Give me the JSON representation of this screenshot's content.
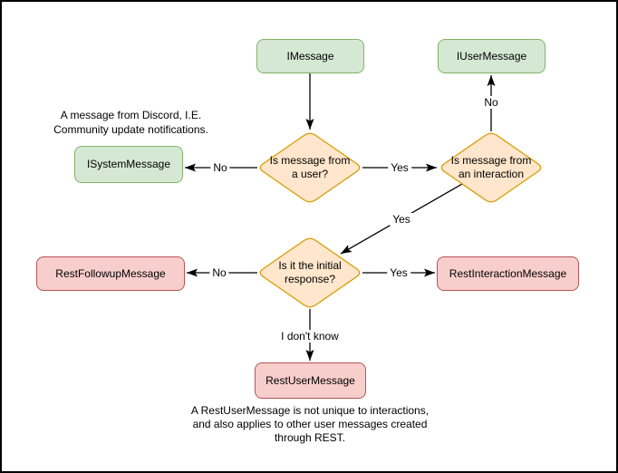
{
  "diagram": {
    "nodes": {
      "imessage": {
        "label": "IMessage"
      },
      "iusermessage": {
        "label": "IUserMessage"
      },
      "isystemmessage": {
        "label": "ISystemMessage"
      },
      "restfollowup": {
        "label": "RestFollowupMessage"
      },
      "restinteraction": {
        "label": "RestInteractionMessage"
      },
      "restuser": {
        "label": "RestUserMessage"
      }
    },
    "decisions": {
      "from_user": {
        "lines": [
          "Is message from",
          "a user?"
        ]
      },
      "from_interaction": {
        "lines": [
          "Is message from",
          "an interaction"
        ]
      },
      "initial_response": {
        "lines": [
          "Is it the initial",
          "response?"
        ]
      }
    },
    "edge_labels": {
      "user_no": "No",
      "user_yes": "Yes",
      "interaction_no": "No",
      "interaction_yes": "Yes",
      "initial_no": "No",
      "initial_yes": "Yes",
      "initial_unknown": "I don't know"
    },
    "annotations": {
      "system_note": {
        "lines": [
          "A message from Discord, I.E.",
          "Community update notifications."
        ]
      },
      "restuser_note": {
        "lines": [
          "A RestUserMessage is not unique to interactions,",
          "and also applies to other user messages created",
          "through REST."
        ]
      }
    },
    "palette": {
      "green_fill": "#d5e8d4",
      "green_stroke": "#82b366",
      "orange_fill": "#ffe6cc",
      "orange_stroke": "#d79b00",
      "red_fill": "#f8cecc",
      "red_stroke": "#b85450",
      "edge_color": "#000000",
      "canvas_border": "#000000",
      "background": "#ffffff"
    }
  }
}
